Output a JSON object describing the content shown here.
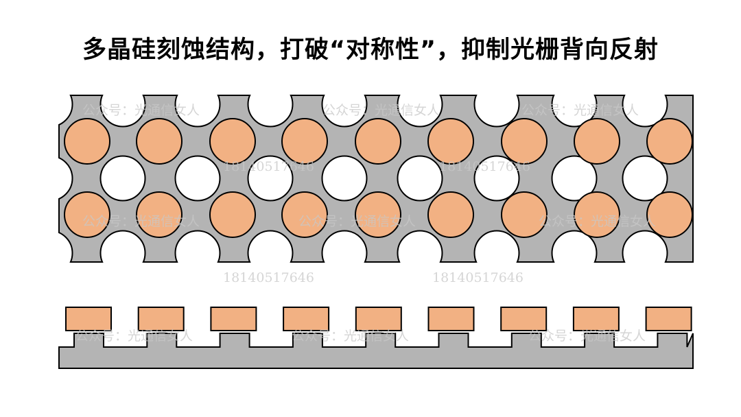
{
  "title": "多晶硅刻蚀结构，打破“对称性”，抑制光栅背向反射",
  "watermark": {
    "account": "公众号：光通信女人",
    "phone": "18140517646"
  },
  "colors": {
    "silicon_gray": "#b4b4b4",
    "polysilicon_orange": "#f2b183",
    "outline": "#000000",
    "hole": "#ffffff"
  },
  "top_view": {
    "orange_rows": 2,
    "orange_per_row": 9,
    "hole_rows": 3,
    "holes_per_row": 8
  },
  "cross_section": {
    "orange_blocks": 9,
    "teeth": 9
  }
}
